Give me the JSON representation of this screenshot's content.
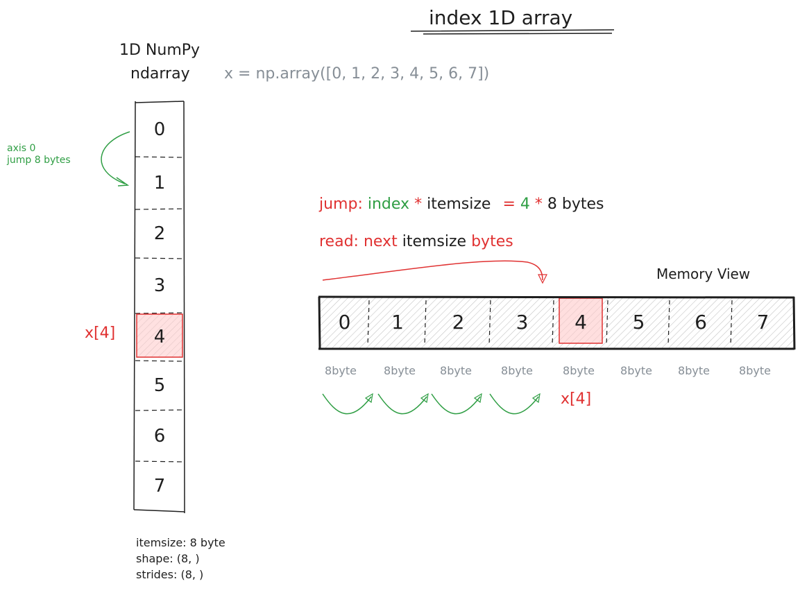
{
  "title": "index 1D array",
  "ndarray_label": {
    "line1": "1D NumPy",
    "line2": "ndarray",
    "code": "x = np.array([0, 1, 2, 3, 4, 5, 6, 7])"
  },
  "axis_note": {
    "line1": "axis 0",
    "line2": "jump 8 bytes"
  },
  "array_cells": [
    "0",
    "1",
    "2",
    "3",
    "4",
    "5",
    "6",
    "7"
  ],
  "highlight_index": 4,
  "highlight_label": "x[4]",
  "jump_formula": {
    "part1": "jump:",
    "part2": "index",
    "part3": "*",
    "part4": "itemsize",
    "part5": "=",
    "part6": "4",
    "part7": "*",
    "part8": "8 bytes"
  },
  "read_formula": {
    "part1": "read:",
    "part2": "next",
    "part3": "itemsize",
    "part4": "bytes"
  },
  "memory_view_label": "Memory View",
  "memory_cells": [
    "0",
    "1",
    "2",
    "3",
    "4",
    "5",
    "6",
    "7"
  ],
  "byte_labels": [
    "8byte",
    "8byte",
    "8byte",
    "8byte",
    "8byte",
    "8byte",
    "8byte",
    "8byte"
  ],
  "jump_result_label": "x[4]",
  "info": {
    "itemsize": "itemsize: 8 byte",
    "shape": "shape: (8, )",
    "strides": "strides: (8, )"
  },
  "colors": {
    "ink": "#1e1e1e",
    "red": "#e03131",
    "green": "#2f9e44",
    "grey": "#868e96",
    "highlight_fill": "#ffc9c9",
    "hatch": "#bdbdbd"
  }
}
